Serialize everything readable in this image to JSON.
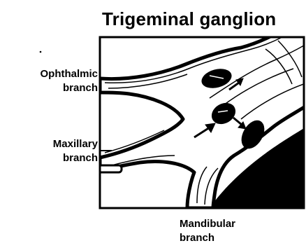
{
  "title": "Trigeminal ganglion",
  "labels": {
    "ophthalmic": [
      "Ophthalmic",
      "branch"
    ],
    "maxillary": [
      "Maxillary",
      "branch"
    ],
    "mandibular": [
      "Mandibular",
      "branch"
    ]
  },
  "colors": {
    "ink": "#000000",
    "paper": "#ffffff"
  }
}
